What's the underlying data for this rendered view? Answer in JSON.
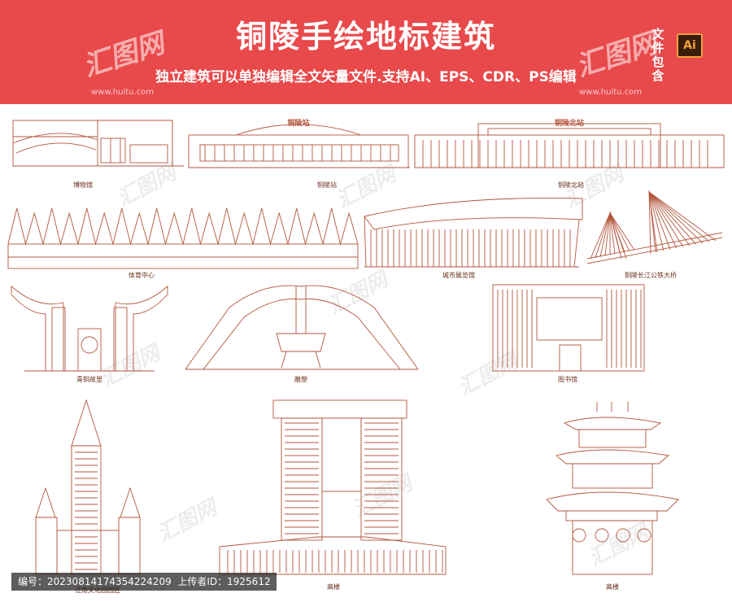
{
  "header": {
    "title": "铜陵手绘地标建筑",
    "subtitle": "独立建筑可以单独编辑全文矢量文件.支持AI、EPS、CDR、PS编辑",
    "side_note": "文件包含",
    "badge": "Ai",
    "watermark": "汇图网",
    "watermark_url": "www.huitu.com"
  },
  "buildings": {
    "museum": "博物馆",
    "station": "铜陵站",
    "north_station": "铜陵北站",
    "sports": "体育中心",
    "exhibition": "城市展览馆",
    "bridge": "铜陵长江公铁大桥",
    "bronze": "青铜故里",
    "sculpture": "雕塑",
    "library": "图书馆",
    "tower_left": "江南文化园园区",
    "tower_mid": "高楼",
    "pagoda": "高楼"
  },
  "signs": {
    "station_sign": "铜陵站",
    "north_station_sign": "铜陵北站"
  },
  "footer": {
    "id_label": "编号：",
    "id_value": "20230814174354224209",
    "uploader_label": "上传者ID：",
    "uploader_value": "1925612"
  },
  "colors": {
    "banner": "#e8494b",
    "line": "#b3563c"
  }
}
